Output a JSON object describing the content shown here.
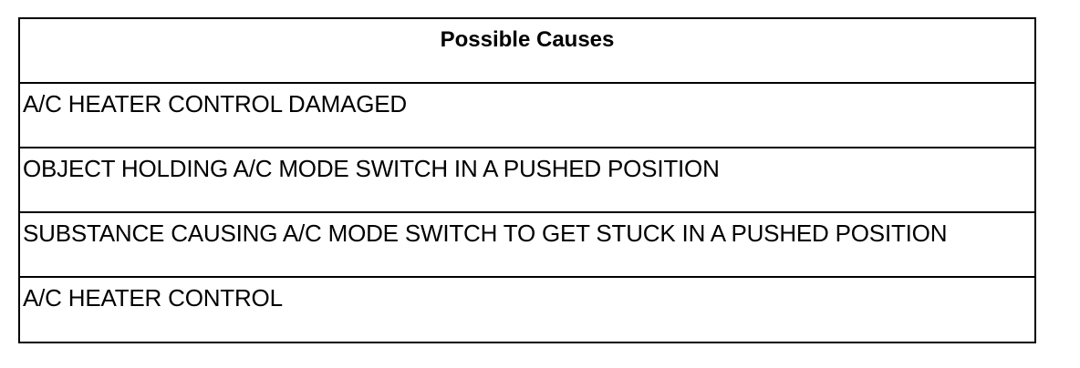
{
  "table": {
    "header": "Possible Causes",
    "rows": [
      "A/C HEATER CONTROL DAMAGED",
      "OBJECT HOLDING A/C MODE SWITCH IN A PUSHED POSITION",
      "SUBSTANCE CAUSING A/C MODE SWITCH TO GET STUCK IN A PUSHED POSITION",
      "A/C HEATER CONTROL"
    ]
  }
}
